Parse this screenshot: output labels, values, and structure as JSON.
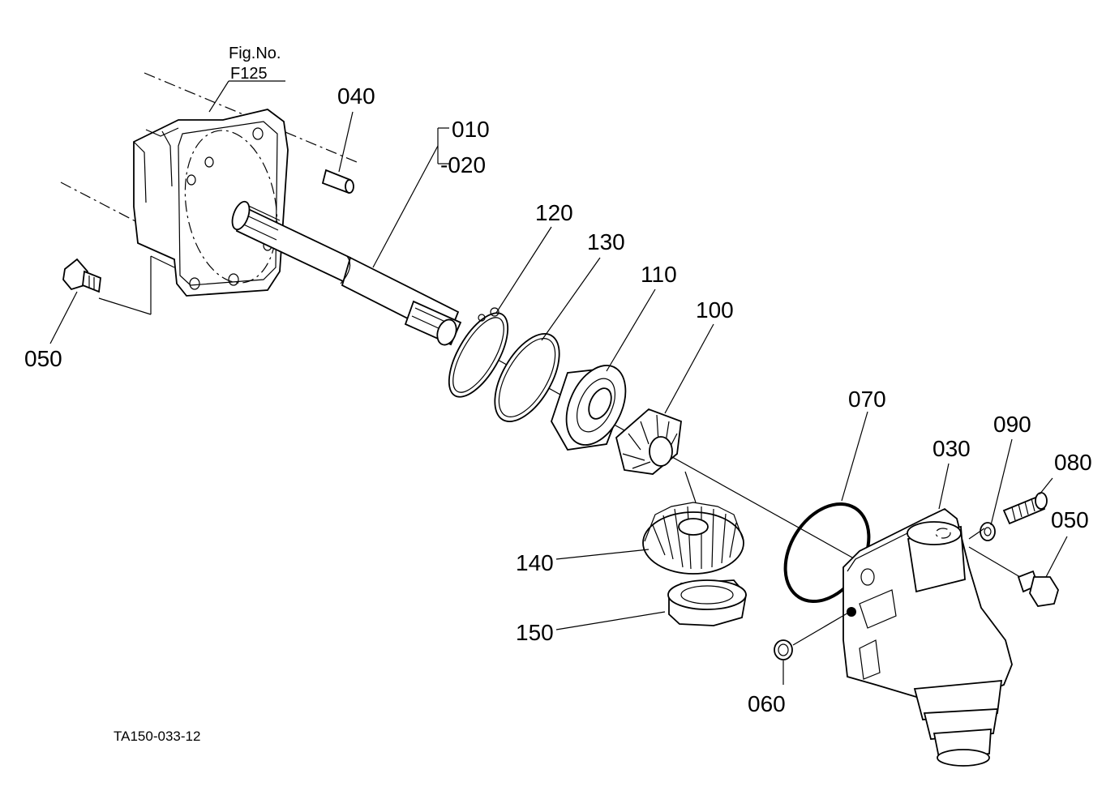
{
  "figure": {
    "ref_title": "Fig.No.",
    "ref_number": "F125",
    "drawing_id": "TA150-033-12"
  },
  "callouts": {
    "c010": "010",
    "c020": "-020",
    "c030": "030",
    "c040": "040",
    "c050_left": "050",
    "c050_right": "050",
    "c060": "060",
    "c070": "070",
    "c080": "080",
    "c090": "090",
    "c100": "100",
    "c110": "110",
    "c120": "120",
    "c130": "130",
    "c140": "140",
    "c150": "150"
  }
}
